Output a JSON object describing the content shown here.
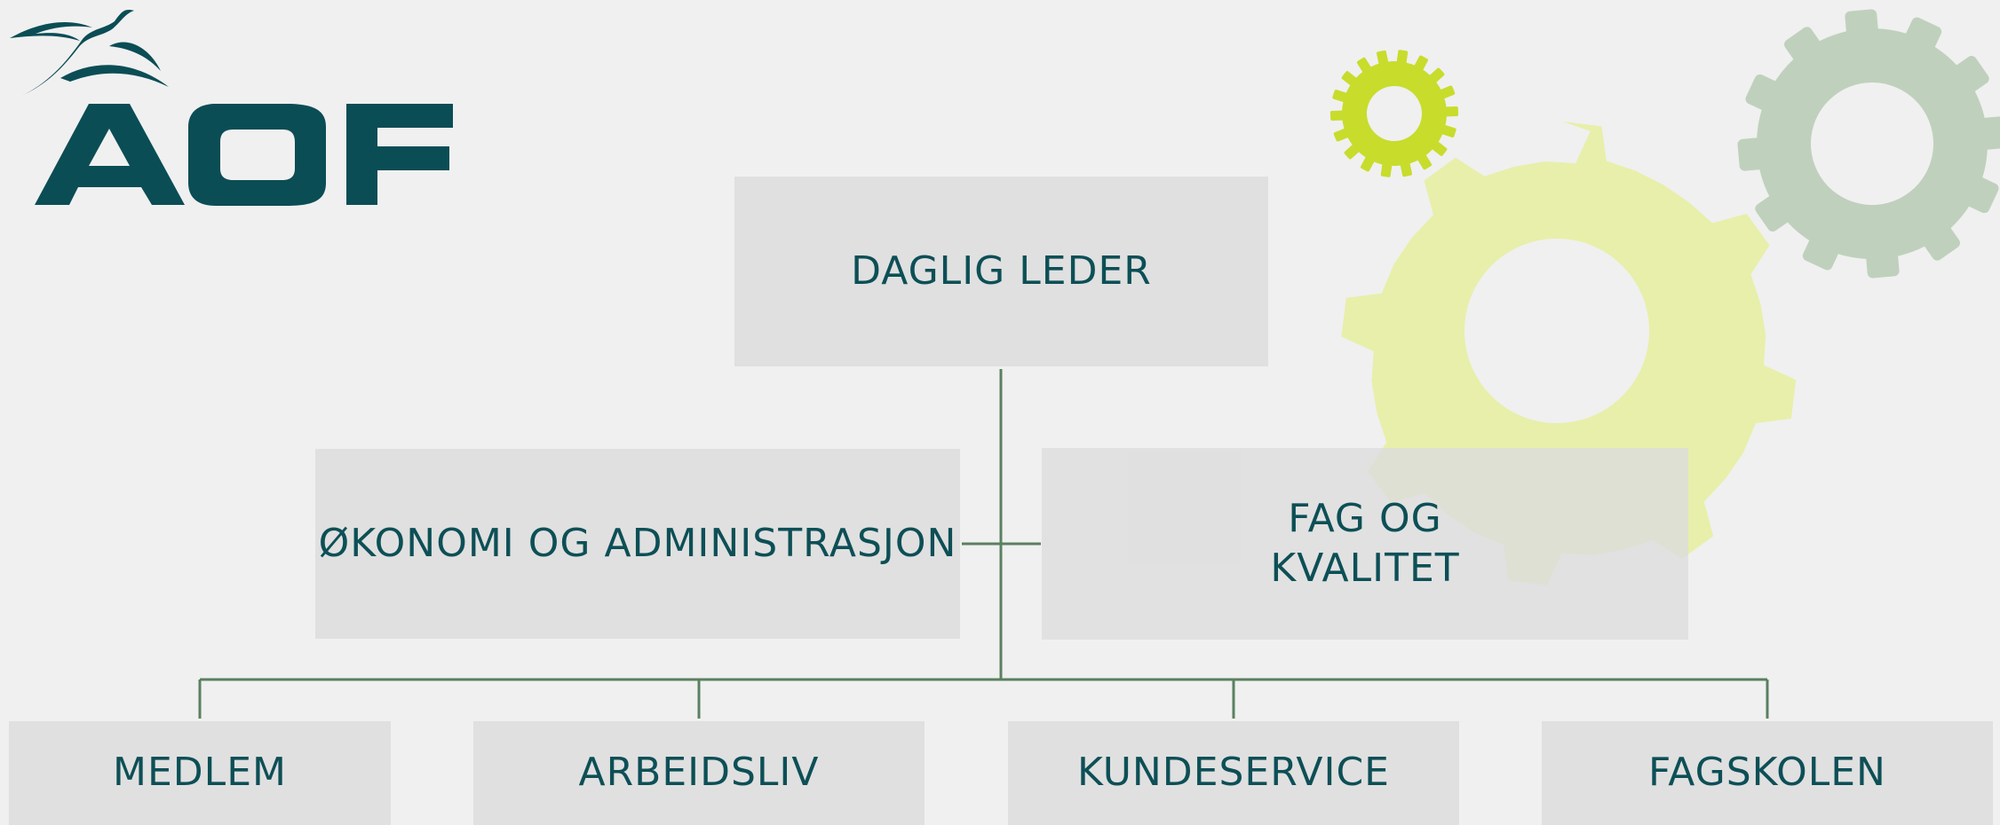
{
  "logo": {
    "text": "AOF",
    "color": "#0b4d55"
  },
  "org_chart": {
    "top": {
      "label": "DAGLIG LEDER"
    },
    "middle": [
      {
        "label": "ØKONOMI OG ADMINISTRASJON"
      },
      {
        "label": "FAG OG KVALITET"
      }
    ],
    "bottom": [
      {
        "label": "MEDLEM"
      },
      {
        "label": "ARBEIDSLIV"
      },
      {
        "label": "KUNDESERVICE"
      },
      {
        "label": "FAGSKOLEN"
      }
    ]
  },
  "colors": {
    "background": "#f0f0f0",
    "box": "#e0e0e0",
    "text": "#0d4f56",
    "connector": "#5a8060",
    "gear_lime": "#c8dc2c",
    "gear_pale_yellow": "#e8efaa",
    "gear_sage": "#bfd1bd"
  },
  "decorations": [
    {
      "icon": "gear-icon",
      "color": "gear_lime"
    },
    {
      "icon": "gear-icon",
      "color": "gear_pale_yellow"
    },
    {
      "icon": "gear-icon",
      "color": "gear_sage"
    }
  ]
}
